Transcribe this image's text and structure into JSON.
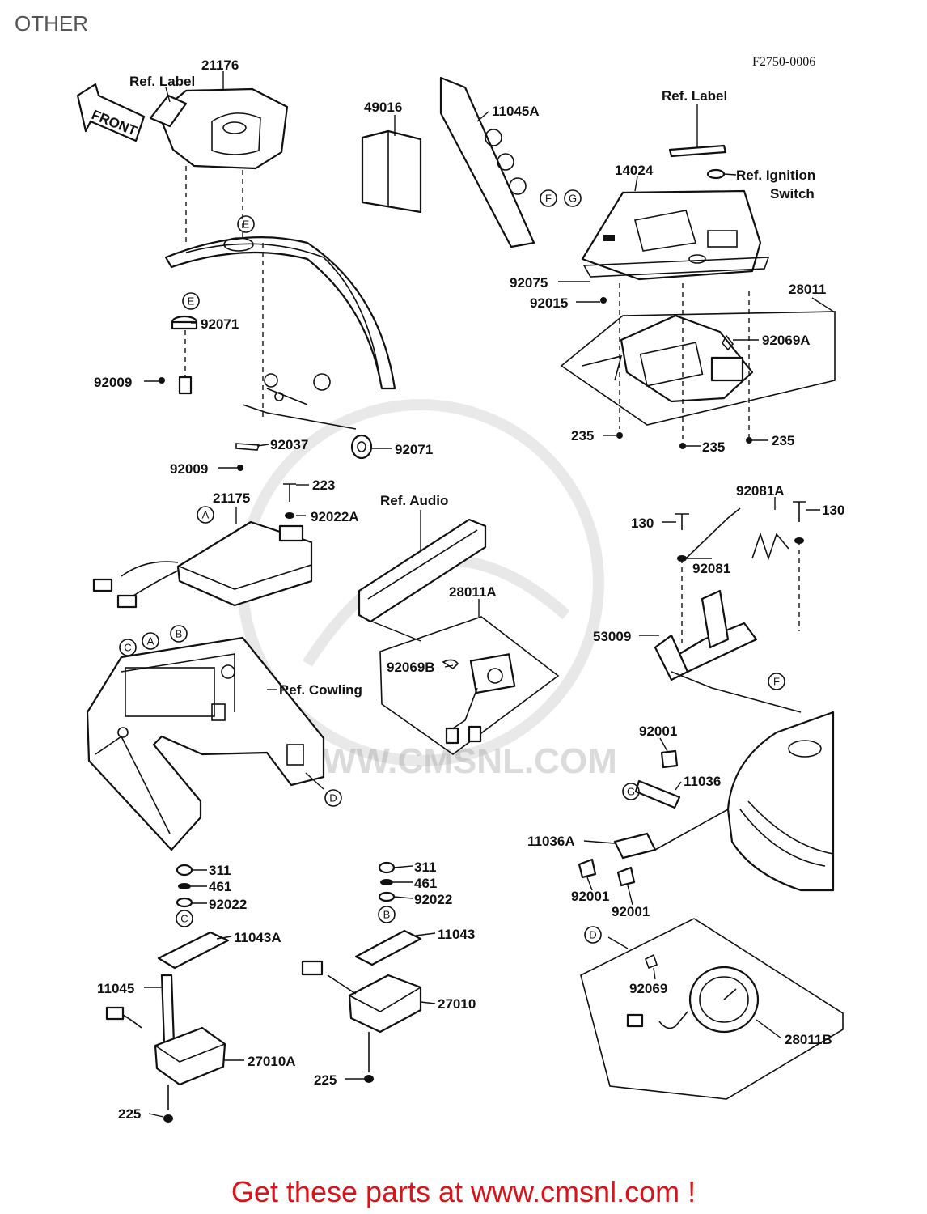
{
  "title": "OTHER",
  "drawing_code": "F2750-0006",
  "footer": "Get these parts at www.cmsnl.com !",
  "watermark": "WWW.CMSNL.COM",
  "front_arrow": "FRONT",
  "labels": [
    "21176",
    "Ref. Label",
    "49016",
    "11045A",
    "Ref. Label",
    "14024",
    "Ref. Ignition",
    "Switch",
    "92075",
    "92015",
    "28011",
    "92069A",
    "235",
    "235",
    "235",
    "92071",
    "92009",
    "92037",
    "92071",
    "92009",
    "223",
    "21175",
    "92022A",
    "Ref. Audio",
    "28011A",
    "92069B",
    "Ref. Cowling",
    "130",
    "92081A",
    "130",
    "92081",
    "53009",
    "92001",
    "11036",
    "11036A",
    "92001",
    "92001",
    "311",
    "461",
    "92022",
    "11043A",
    "11045",
    "27010A",
    "225",
    "311",
    "461",
    "92022",
    "11043",
    "27010",
    "225",
    "92069",
    "28011B"
  ],
  "callouts": [
    "E",
    "E",
    "F",
    "G",
    "A",
    "A",
    "B",
    "C",
    "F",
    "G",
    "C",
    "B",
    "D",
    "D"
  ]
}
